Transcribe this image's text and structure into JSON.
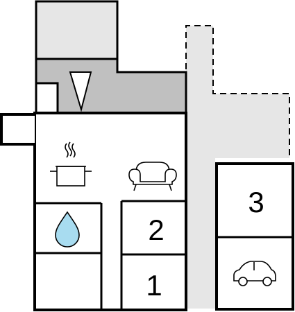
{
  "colors": {
    "wall": "#000000",
    "floor": "#ffffff",
    "outdoor_area": "#e6e6e6",
    "terrace": "#c0c0c0",
    "water_fill": "#a8dcf0"
  },
  "rooms": {
    "bedroom_upper": {
      "number": "2"
    },
    "bedroom_lower": {
      "number": "1"
    },
    "garage_room": {
      "number": "3"
    }
  },
  "icons": {
    "kitchen": "cooking-pot-icon",
    "living": "sofa-icon",
    "bathroom": "water-drop-icon",
    "garage": "car-icon",
    "entrance": "entrance-arrow-icon"
  }
}
